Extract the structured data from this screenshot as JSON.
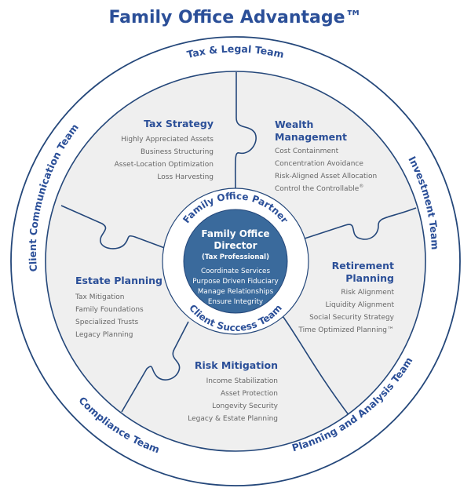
{
  "title": "Family Office Advantage™",
  "outer_teams": [
    "Tax & Legal Team",
    "Investment Team",
    "Planning and Analysis Team",
    "Compliance Team",
    "Client Communication Team"
  ],
  "inner_ring": {
    "top": "Family Office Partner",
    "bottom": "Client Success Team"
  },
  "center": {
    "title_line1": "Family Office",
    "title_line2": "Director",
    "subtitle": "(Tax Professional)",
    "items": [
      "Coordinate Services",
      "Purpose Driven Fiduciary",
      "Manage Relationships",
      "Ensure Integrity"
    ]
  },
  "segments": {
    "tax_strategy": {
      "heading": "Tax Strategy",
      "items": [
        "Highly Appreciated Assets",
        "Business Structuring",
        "Asset-Location Optimization",
        "Loss Harvesting"
      ]
    },
    "wealth_management": {
      "heading_line1": "Wealth",
      "heading_line2": "Management",
      "items": [
        "Cost Containment",
        "Concentration Avoidance",
        "Risk-Aligned Asset Allocation",
        "Control the Controllable"
      ],
      "last_item_mark": "®"
    },
    "retirement_planning": {
      "heading_line1": "Retirement",
      "heading_line2": "Planning",
      "items": [
        "Risk Alignment",
        "Liquidity Alignment",
        "Social Security Strategy",
        "Time Optimized Planning™"
      ]
    },
    "risk_mitigation": {
      "heading": "Risk Mitigation",
      "items": [
        "Income Stabilization",
        "Asset Protection",
        "Longevity Security",
        "Legacy & Estate Planning"
      ]
    },
    "estate_planning": {
      "heading": "Estate Planning",
      "items": [
        "Tax Mitigation",
        "Family Foundations",
        "Specialized Trusts",
        "Legacy Planning"
      ]
    }
  },
  "colors": {
    "brand_blue": "#2b4f98",
    "center_fill": "#3a6a9c",
    "puzzle_fill": "#efefef",
    "ring_fill": "#ffffff",
    "line": "#24477a"
  }
}
